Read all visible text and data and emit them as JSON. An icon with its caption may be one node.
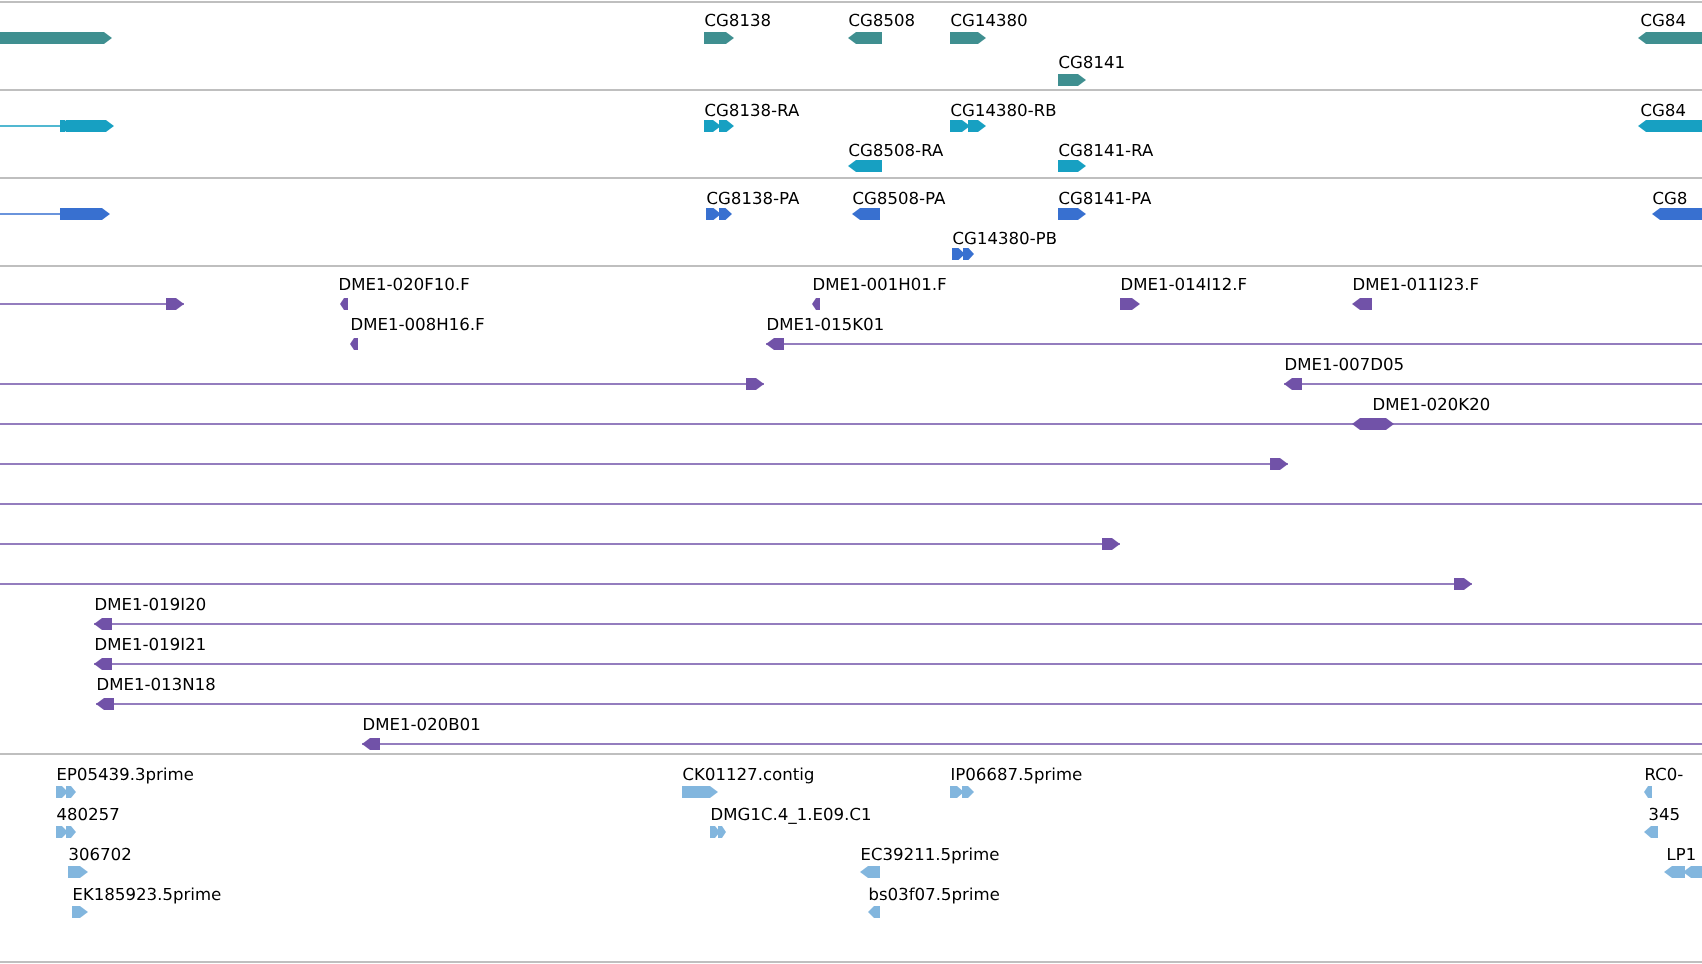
{
  "diagram": {
    "labels": [
      "CG8138",
      "CG8508",
      "CG14380",
      "CG84",
      "CG8141",
      "CG8138-RA",
      "CG14380-RB",
      "CG84",
      "CG8508-RA",
      "CG8141-RA",
      "CG8138-PA",
      "CG8508-PA",
      "CG8141-PA",
      "CG8",
      "CG14380-PB",
      "DME1-020F10.F",
      "DME1-001H01.F",
      "DME1-014I12.F",
      "DME1-011I23.F",
      "DME1-008H16.F",
      "DME1-015K01",
      "DME1-007D05",
      "DME1-020K20",
      "DME1-019I20",
      "DME1-019I21",
      "DME1-013N18",
      "DME1-020B01",
      "EP05439.3prime",
      "CK01127.contig",
      "IP06687.5prime",
      "RC0-",
      "480257",
      "DMG1C.4_1.E09.C1",
      "345",
      "306702",
      "EC39211.5prime",
      "LP1",
      "EK185923.5prime",
      "bs03f07.5prime"
    ]
  }
}
